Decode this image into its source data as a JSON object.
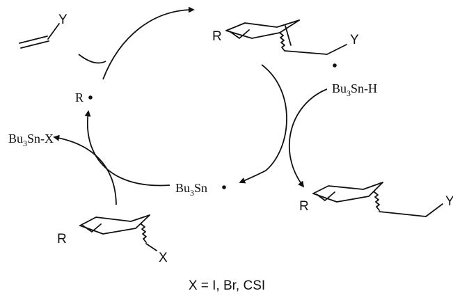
{
  "labels": {
    "vinyl_substituent": "Y",
    "radical": "R",
    "adduct_r": "R",
    "adduct_y": "Y",
    "tin_hydride_prefix": "Bu",
    "tin_hydride_sub": "3",
    "tin_hydride_suffix": "Sn-H",
    "tin_halide_prefix": "Bu",
    "tin_halide_sub": "3",
    "tin_halide_suffix": "Sn-X",
    "tin_radical_prefix": "Bu",
    "tin_radical_sub": "3",
    "tin_radical_suffix": "Sn",
    "product_r": "R",
    "product_y": "Y",
    "halide_r": "R",
    "halide_x": "X",
    "footnote": "X = I, Br, CSI"
  }
}
